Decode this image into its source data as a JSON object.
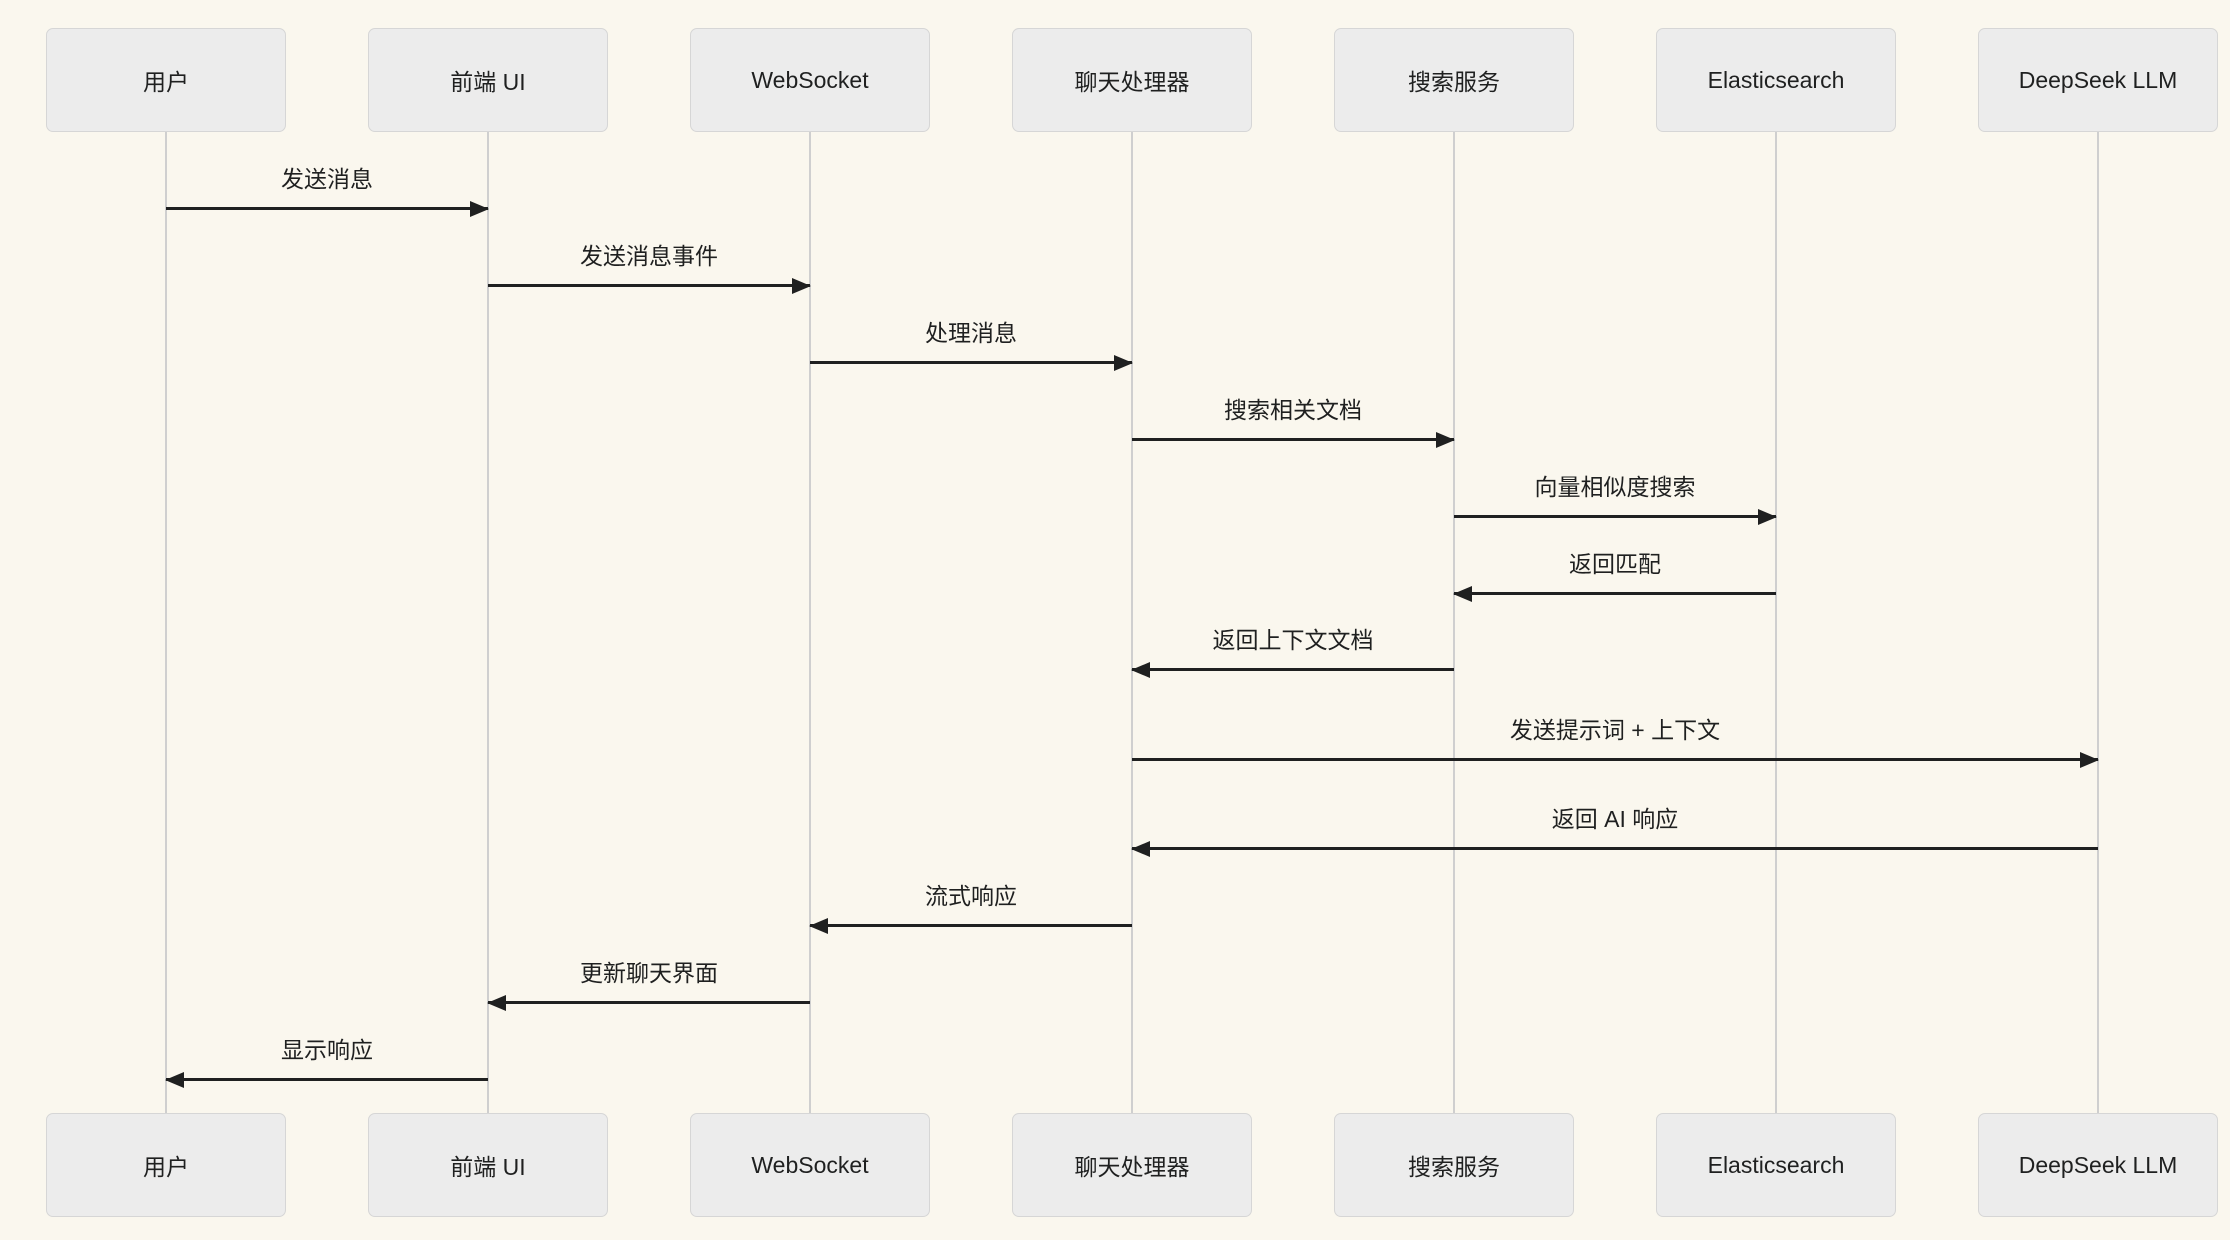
{
  "colors": {
    "background": "#faf7ee",
    "actor-fill": "#ececec",
    "actor-border": "#d6d6d6",
    "line": "#1f2020",
    "lifeline": "#cfcfcf",
    "ink": "#1f2020"
  },
  "participants": [
    {
      "label": "用户"
    },
    {
      "label": "前端 UI"
    },
    {
      "label": "WebSocket"
    },
    {
      "label": "聊天处理器"
    },
    {
      "label": "搜索服务"
    },
    {
      "label": "Elasticsearch"
    },
    {
      "label": "DeepSeek LLM"
    }
  ],
  "messages": [
    {
      "from": "用户",
      "to": "前端 UI",
      "label": "发送消息",
      "direction": "right"
    },
    {
      "from": "前端 UI",
      "to": "WebSocket",
      "label": "发送消息事件",
      "direction": "right"
    },
    {
      "from": "WebSocket",
      "to": "聊天处理器",
      "label": "处理消息",
      "direction": "right"
    },
    {
      "from": "聊天处理器",
      "to": "搜索服务",
      "label": "搜索相关文档",
      "direction": "right"
    },
    {
      "from": "搜索服务",
      "to": "Elasticsearch",
      "label": "向量相似度搜索",
      "direction": "right"
    },
    {
      "from": "Elasticsearch",
      "to": "搜索服务",
      "label": "返回匹配",
      "direction": "left"
    },
    {
      "from": "搜索服务",
      "to": "聊天处理器",
      "label": "返回上下文文档",
      "direction": "left"
    },
    {
      "from": "聊天处理器",
      "to": "DeepSeek LLM",
      "label": "发送提示词 + 上下文",
      "direction": "right"
    },
    {
      "from": "DeepSeek LLM",
      "to": "聊天处理器",
      "label": "返回 AI 响应",
      "direction": "left"
    },
    {
      "from": "聊天处理器",
      "to": "WebSocket",
      "label": "流式响应",
      "direction": "left"
    },
    {
      "from": "WebSocket",
      "to": "前端 UI",
      "label": "更新聊天界面",
      "direction": "left"
    },
    {
      "from": "前端 UI",
      "to": "用户",
      "label": "显示响应",
      "direction": "left"
    }
  ]
}
